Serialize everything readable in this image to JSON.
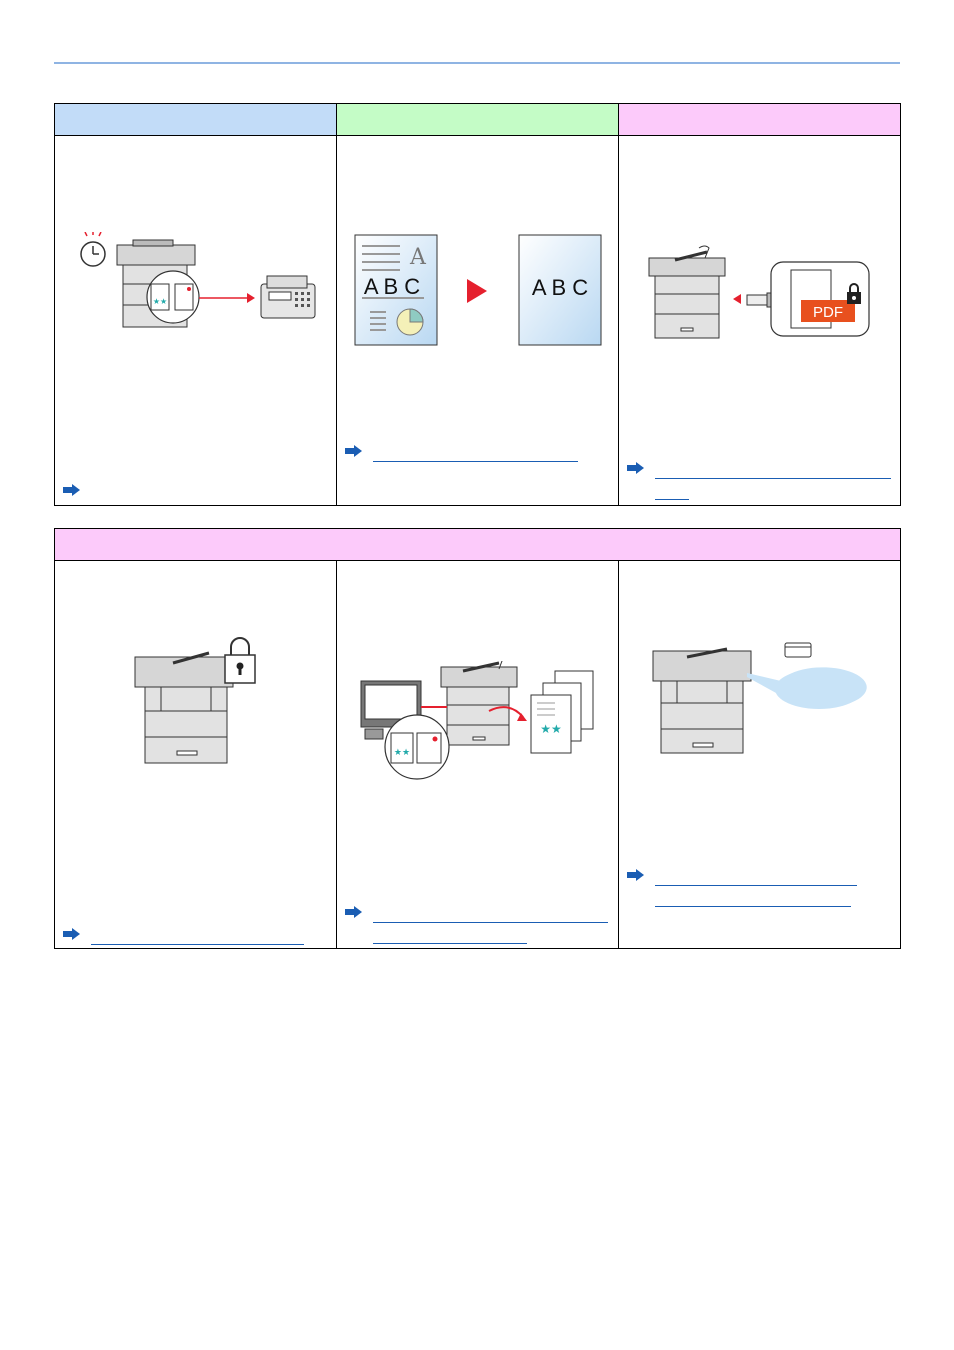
{
  "page": {
    "colors": {
      "rule": "#8fb4e3",
      "header_blue": "#c2dcf8",
      "header_green": "#c4fcc6",
      "header_pink": "#fccafa",
      "link": "#1a5db3",
      "arrow_red": "#e5202e",
      "pdf_orange": "#e8501e"
    }
  },
  "table1": {
    "headers": [
      "",
      "",
      ""
    ],
    "cells": [
      {
        "illustration": "scheduled-fax-icon"
      },
      {
        "illustration": "text-extraction-abc-icon",
        "text_left": "A B C",
        "text_right": "A B C",
        "letter": "A"
      },
      {
        "illustration": "encrypted-pdf-usb-icon",
        "pdf_label": "PDF"
      }
    ]
  },
  "table2": {
    "header": "",
    "cells": [
      {
        "illustration": "locked-printer-icon"
      },
      {
        "illustration": "pc-print-copies-icon"
      },
      {
        "illustration": "printer-card-auth-icon"
      }
    ]
  }
}
